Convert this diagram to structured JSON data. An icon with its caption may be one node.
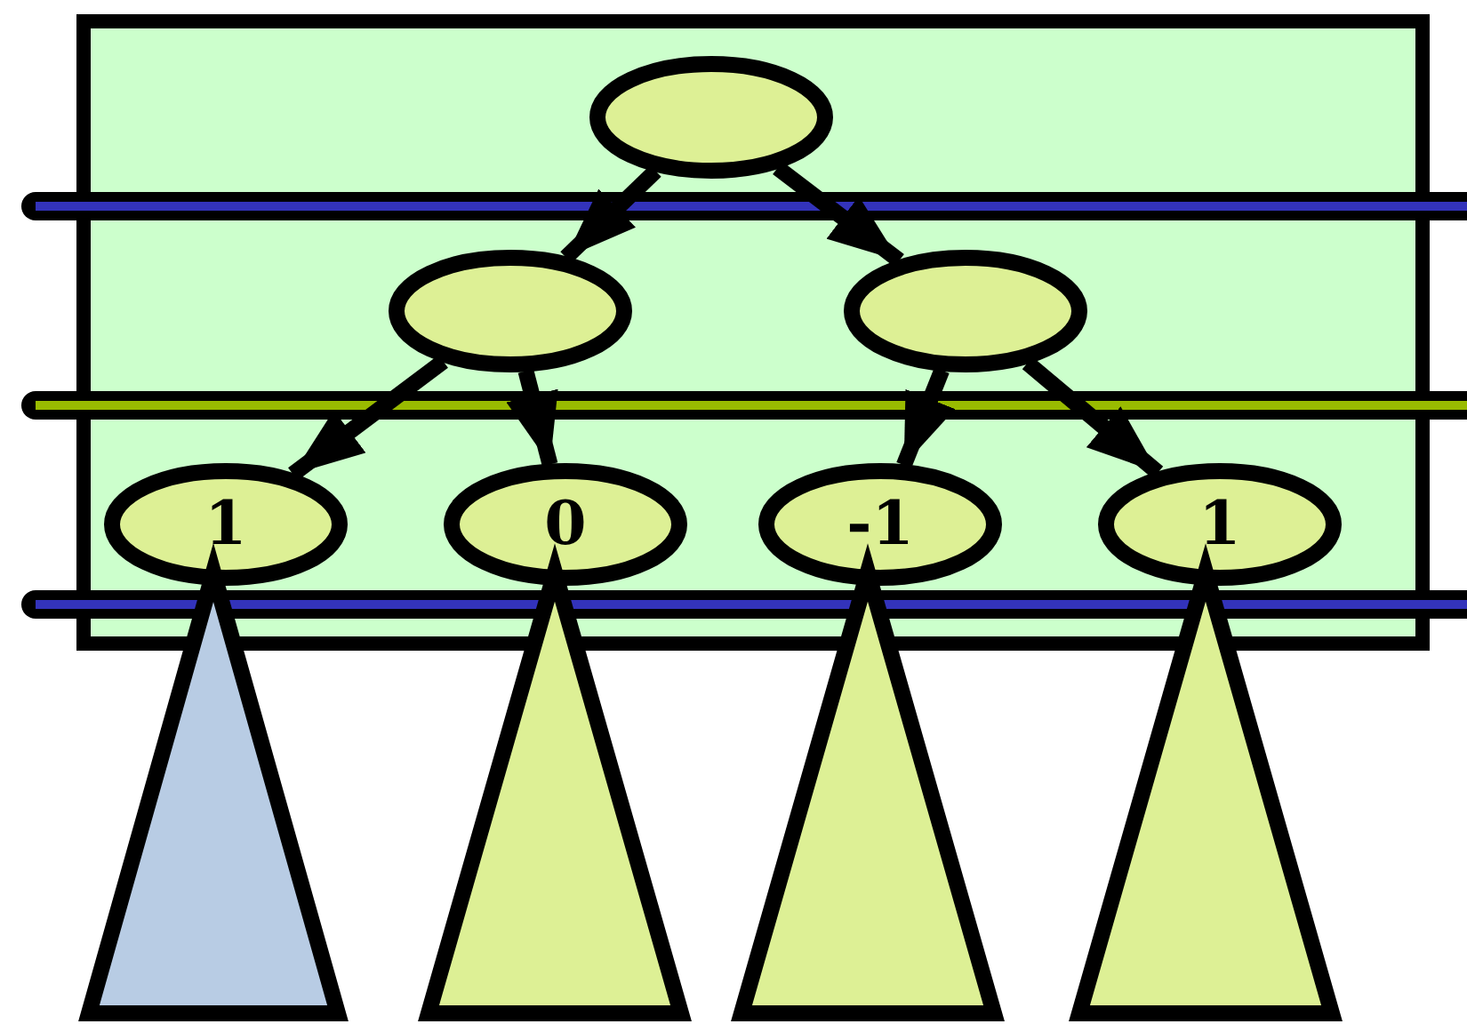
{
  "diagram": {
    "nodes": [
      {
        "text": [],
        "shape": "ellipse"
      },
      {
        "text": [],
        "shape": "ellipse"
      },
      {
        "text": [],
        "shape": "ellipse"
      },
      {
        "text": [
          "1"
        ]
      },
      {
        "text": [
          "0"
        ]
      },
      {
        "text": [
          "-1"
        ]
      },
      {
        "text": [
          "1"
        ]
      },
      {
        "text": [],
        "shape": "triangle"
      },
      {
        "text": [],
        "shape": "triangle"
      },
      {
        "text": [],
        "shape": "triangle"
      },
      {
        "text": [],
        "shape": "triangle"
      }
    ],
    "edges": [
      {
        "from": 0,
        "to": 1,
        "arrow": "to"
      },
      {
        "from": 0,
        "to": 2,
        "arrow": "to"
      },
      {
        "from": 1,
        "to": 3,
        "arrow": "to"
      },
      {
        "from": 1,
        "to": 4,
        "arrow": "to"
      },
      {
        "from": 2,
        "to": 5,
        "arrow": "to"
      },
      {
        "from": 2,
        "to": 6,
        "arrow": "to"
      }
    ]
  }
}
